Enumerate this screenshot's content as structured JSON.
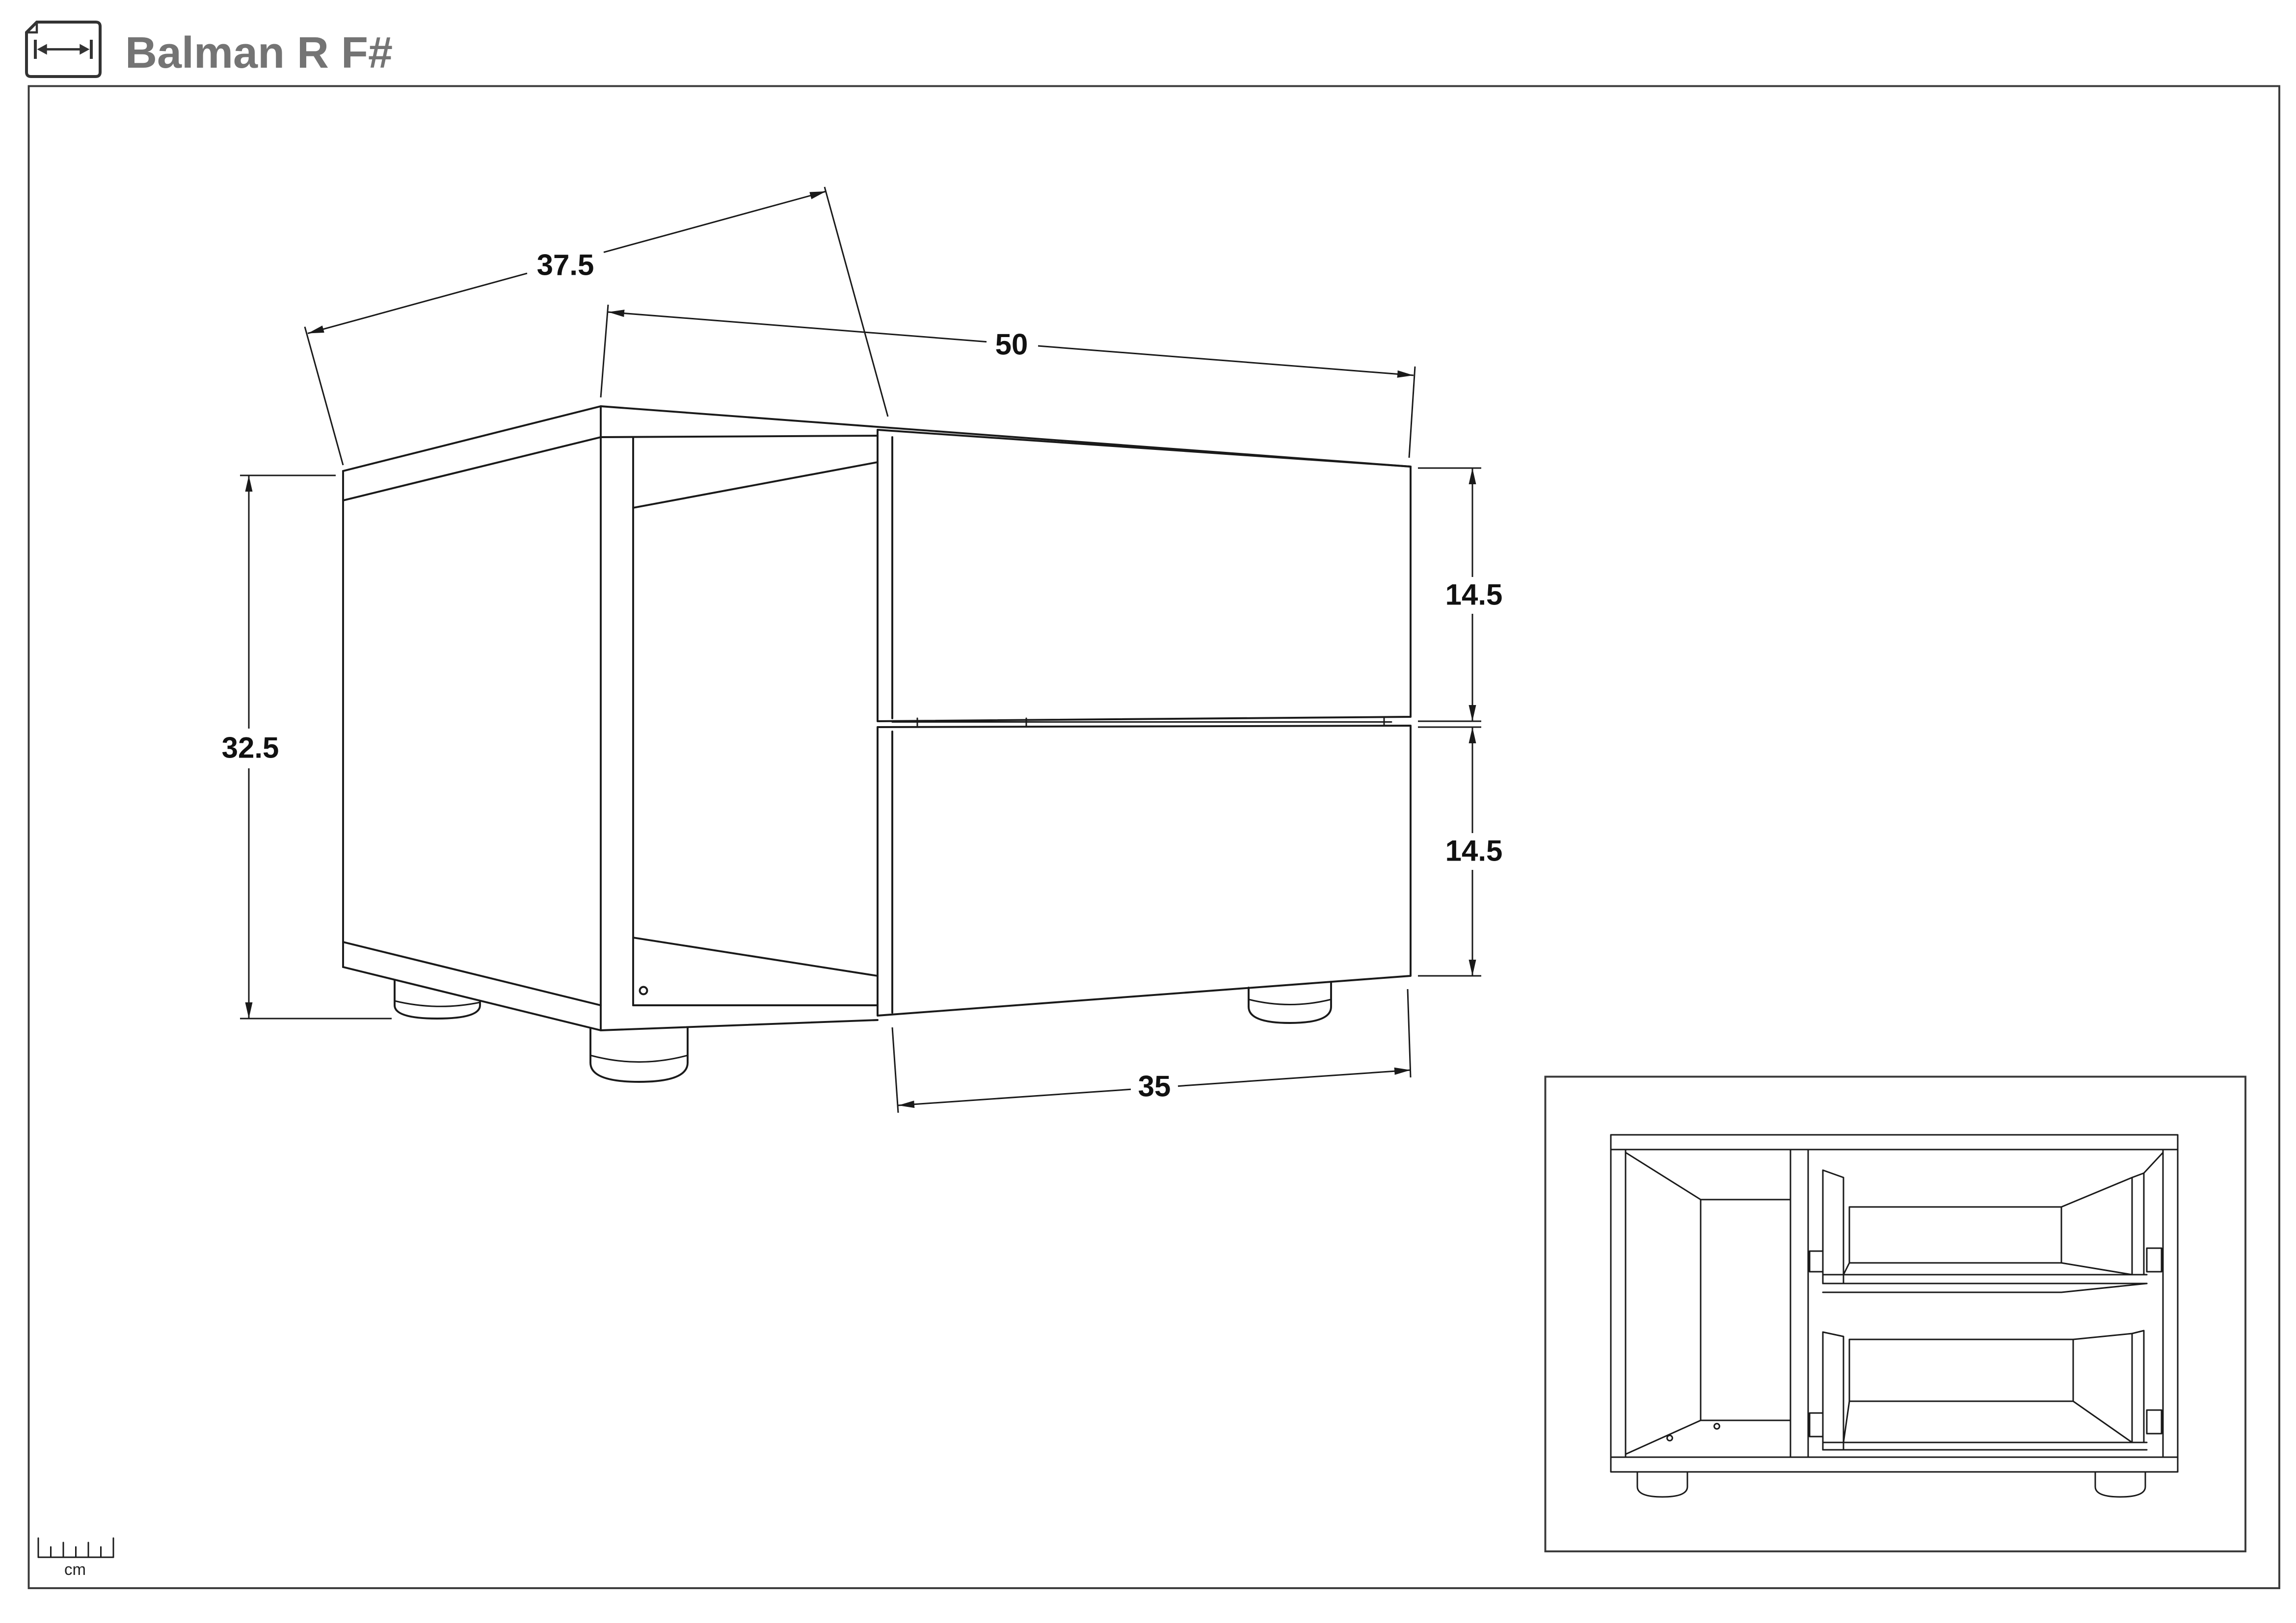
{
  "title": "Balman R F#",
  "header_icon": "dimension-sheet-icon",
  "dimensions": {
    "depth": "37.5",
    "width": "50",
    "height": "32.5",
    "upper_drawer_height": "14.5",
    "lower_drawer_height": "14.5",
    "drawer_width": "35"
  },
  "scale_ruler": {
    "icon": "ruler-icon",
    "unit": "cm"
  },
  "colors": {
    "title": "#747474",
    "lines": "#1a1a1a",
    "frame": "#3a3a3a",
    "background": "#ffffff"
  }
}
